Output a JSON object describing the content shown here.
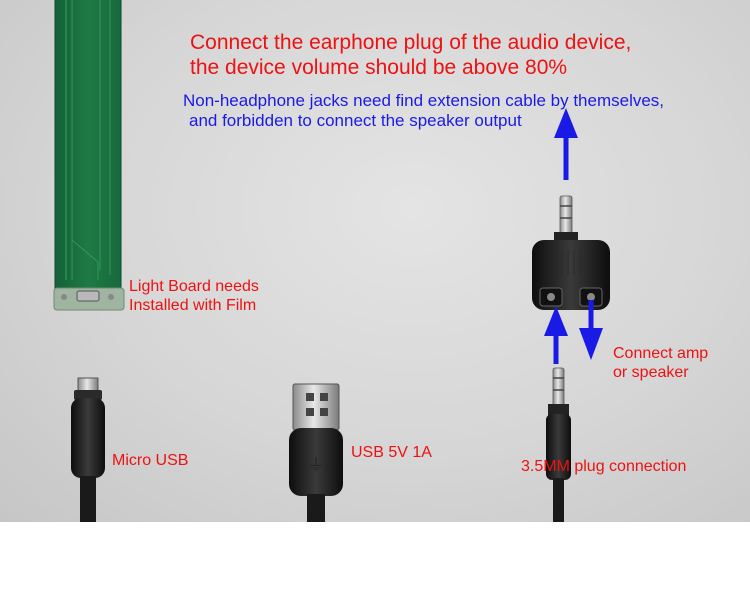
{
  "annotations": {
    "headline_lines": [
      "Connect the earphone plug of the audio device,",
      "the device volume should be above 80%"
    ],
    "note_lines": [
      "Non-headphone jacks need find extension cable by themselves,",
      "and forbidden to connect the speaker output"
    ],
    "light_board_lines": [
      "Light Board needs",
      "Installed with Film"
    ],
    "amp_lines": [
      "Connect amp",
      "or speaker"
    ],
    "micro_usb": "Micro USB",
    "usb_power": "USB 5V 1A",
    "plug_connection": "3.5MM plug connection"
  },
  "colors": {
    "label_red": "#ee1111",
    "label_blue": "#1a1ae6",
    "arrow_blue": "#1a1ae6",
    "pcb_green": "#1e7a43",
    "cable_black": "#1a1a1a"
  },
  "icons": [
    "light-board-pcb",
    "micro-usb-cable",
    "usb-a-cable",
    "audio-splitter-adapter",
    "audio-plug-cable",
    "up-arrow-icon",
    "down-arrow-icon"
  ]
}
